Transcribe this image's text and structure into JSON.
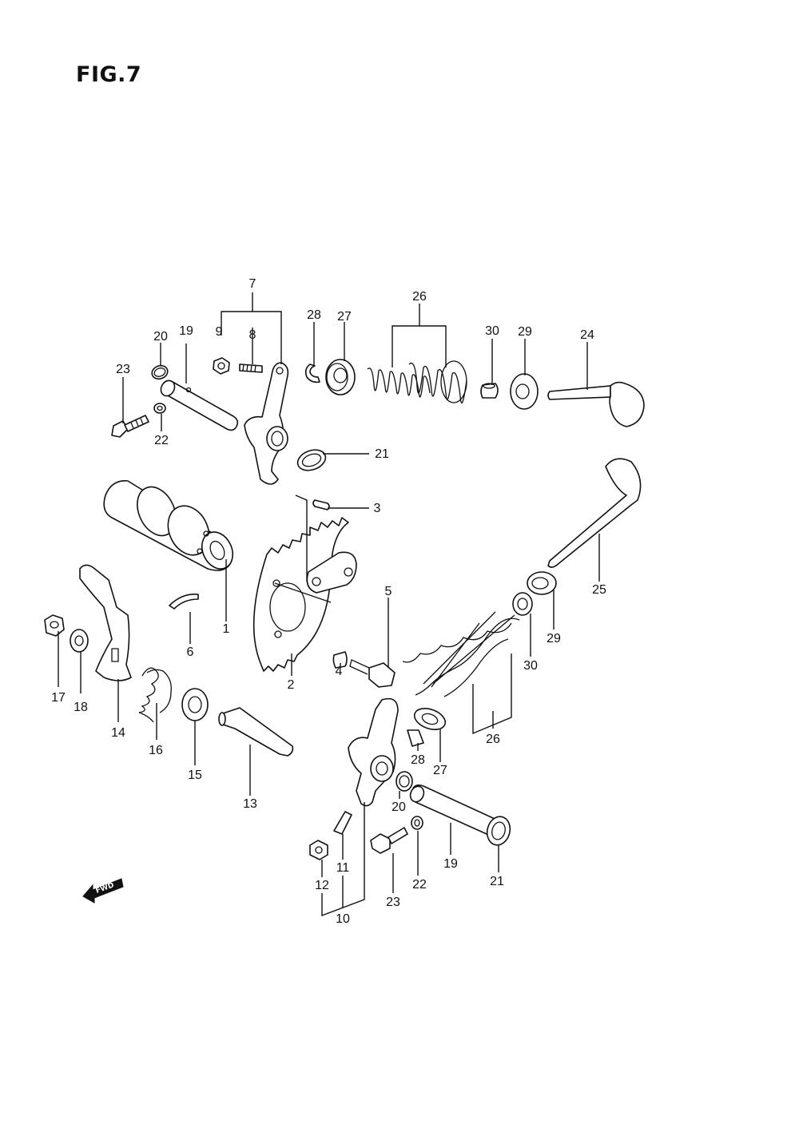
{
  "figure": {
    "title": "FIG.7"
  },
  "direction_badge": {
    "label": "FWD"
  },
  "callouts": [
    {
      "id": "c7",
      "text": "7"
    },
    {
      "id": "c26a",
      "text": "26"
    },
    {
      "id": "c28a",
      "text": "28"
    },
    {
      "id": "c27a",
      "text": "27"
    },
    {
      "id": "c30a",
      "text": "30"
    },
    {
      "id": "c29a",
      "text": "29"
    },
    {
      "id": "c24",
      "text": "24"
    },
    {
      "id": "c20a",
      "text": "20"
    },
    {
      "id": "c19a",
      "text": "19"
    },
    {
      "id": "c9",
      "text": "9"
    },
    {
      "id": "c8",
      "text": "8"
    },
    {
      "id": "c23a",
      "text": "23"
    },
    {
      "id": "c22a",
      "text": "22"
    },
    {
      "id": "c21a",
      "text": "21"
    },
    {
      "id": "c3",
      "text": "3"
    },
    {
      "id": "c5",
      "text": "5"
    },
    {
      "id": "c25",
      "text": "25"
    },
    {
      "id": "c29b",
      "text": "29"
    },
    {
      "id": "c30b",
      "text": "30"
    },
    {
      "id": "c1",
      "text": "1"
    },
    {
      "id": "c6",
      "text": "6"
    },
    {
      "id": "c4",
      "text": "4"
    },
    {
      "id": "c2",
      "text": "2"
    },
    {
      "id": "c17",
      "text": "17"
    },
    {
      "id": "c18",
      "text": "18"
    },
    {
      "id": "c14",
      "text": "14"
    },
    {
      "id": "c16",
      "text": "16"
    },
    {
      "id": "c15",
      "text": "15"
    },
    {
      "id": "c13",
      "text": "13"
    },
    {
      "id": "c28b",
      "text": "28"
    },
    {
      "id": "c27b",
      "text": "27"
    },
    {
      "id": "c26b",
      "text": "26"
    },
    {
      "id": "c20b",
      "text": "20"
    },
    {
      "id": "c11",
      "text": "11"
    },
    {
      "id": "c12",
      "text": "12"
    },
    {
      "id": "c10",
      "text": "10"
    },
    {
      "id": "c23b",
      "text": "23"
    },
    {
      "id": "c22b",
      "text": "22"
    },
    {
      "id": "c19b",
      "text": "19"
    },
    {
      "id": "c21b",
      "text": "21"
    }
  ]
}
